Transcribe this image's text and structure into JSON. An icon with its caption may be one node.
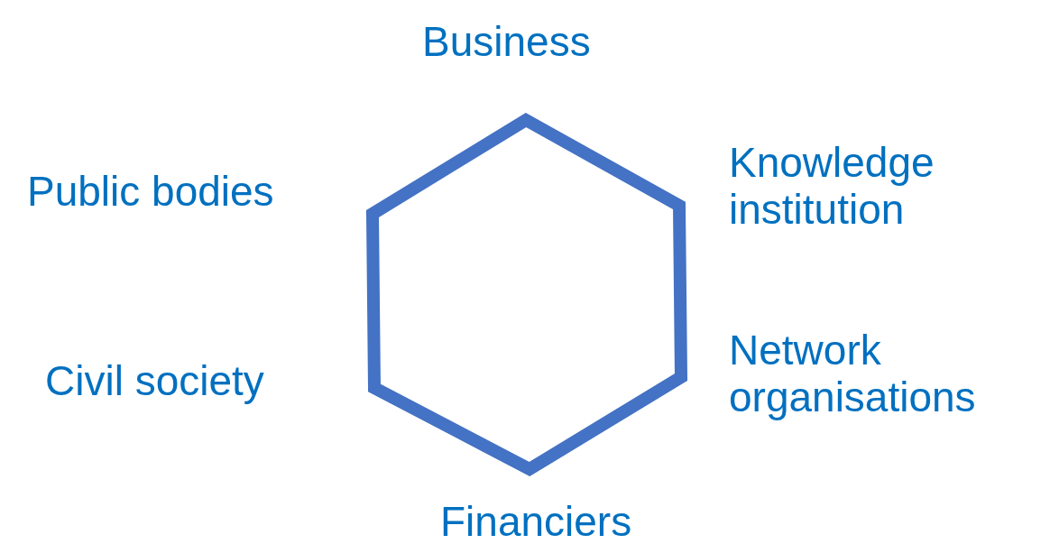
{
  "diagram": {
    "nodes": [
      {
        "text": [],
        "shape": "hexagon"
      }
    ],
    "labels": [
      "Business",
      "Knowledge institution",
      "Public bodies",
      "Network organisations",
      "Civil society",
      "Financiers"
    ]
  }
}
